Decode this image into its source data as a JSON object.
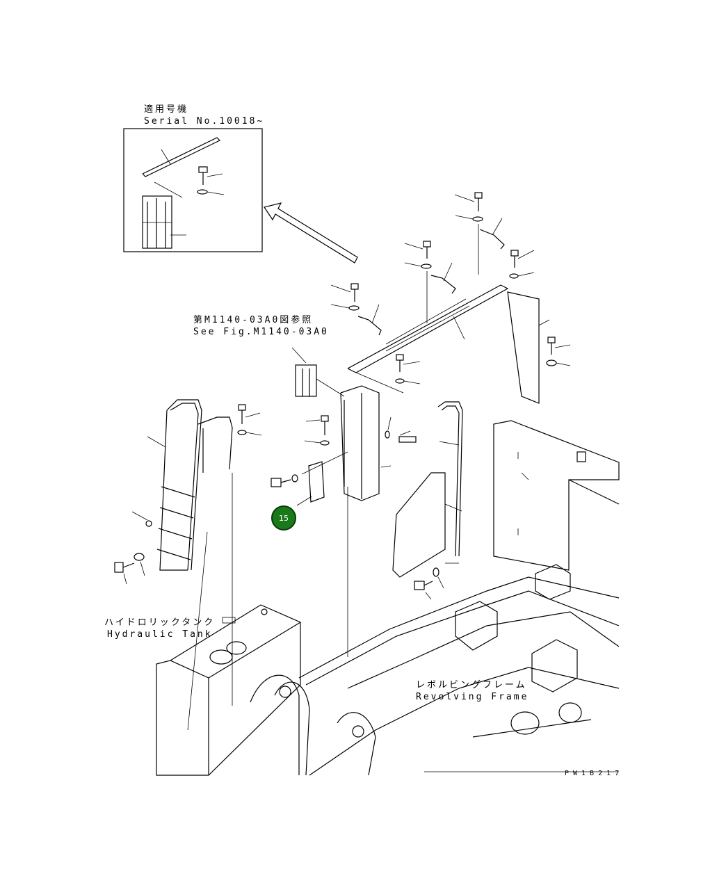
{
  "inset": {
    "title_jp": "適用号機",
    "serial": "Serial No.10018~"
  },
  "reference": {
    "jp": "第M1140-03A0図参照",
    "en": "See Fig.M1140-03A0"
  },
  "hydraulic_tank": {
    "jp": "ハイドロリックタンク",
    "en": "Hydraulic Tank"
  },
  "revolving_frame": {
    "jp": "レボルビングフレーム",
    "en": "Revolving Frame"
  },
  "callout": {
    "number": "15",
    "color": "#1a7a1a"
  },
  "drawing_code": "PW1B217"
}
